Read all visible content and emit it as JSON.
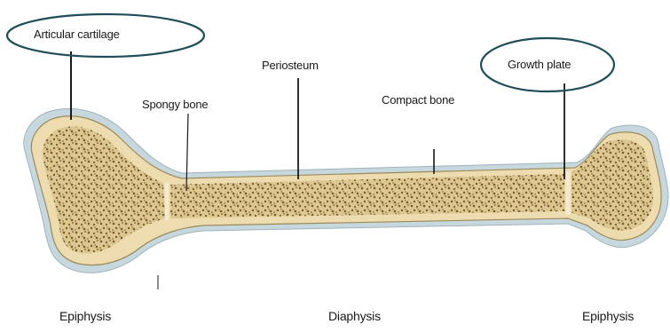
{
  "labels": {
    "articular_cartilage": "Articular cartilage",
    "spongy_bone": "Spongy bone",
    "periosteum": "Periosteum",
    "compact_bone": "Compact bone",
    "growth_plate": "Growth plate"
  },
  "regions": {
    "left_epiphysis": "Epiphysis",
    "diaphysis": "Diaphysis",
    "right_epiphysis": "Epiphysis"
  },
  "colors": {
    "cartilage": "#c6d8dd",
    "compact_bone": "#ecdcb0",
    "marrow_fill": "#dcc790",
    "marrow_dots": "#7a5a2e",
    "outline": "#9c8a5a",
    "callout_oval": "#1f4e5a",
    "leader_line": "#1a1a1a"
  }
}
